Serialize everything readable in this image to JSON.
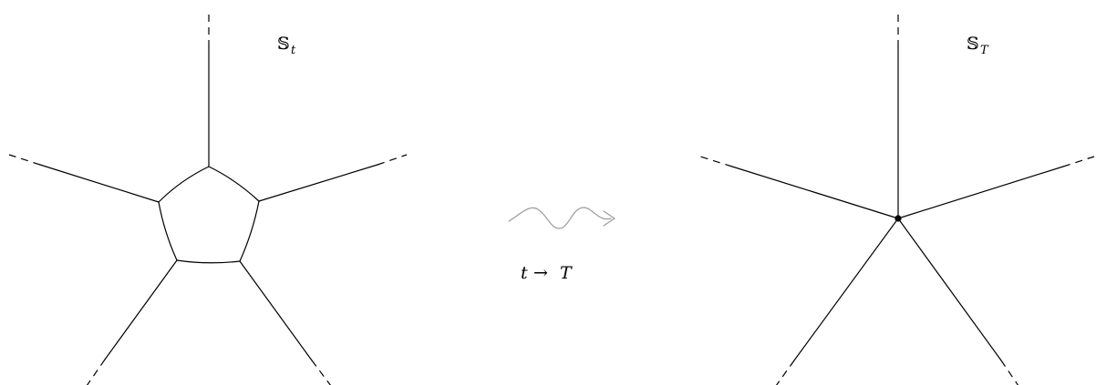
{
  "left_panel": {
    "label_symbol": "𝕊",
    "label_subscript": "t"
  },
  "right_panel": {
    "label_symbol": "𝕊",
    "label_subscript": "T"
  },
  "transition": {
    "caption_start": "t",
    "caption_arrow": "→",
    "caption_end": "T"
  }
}
